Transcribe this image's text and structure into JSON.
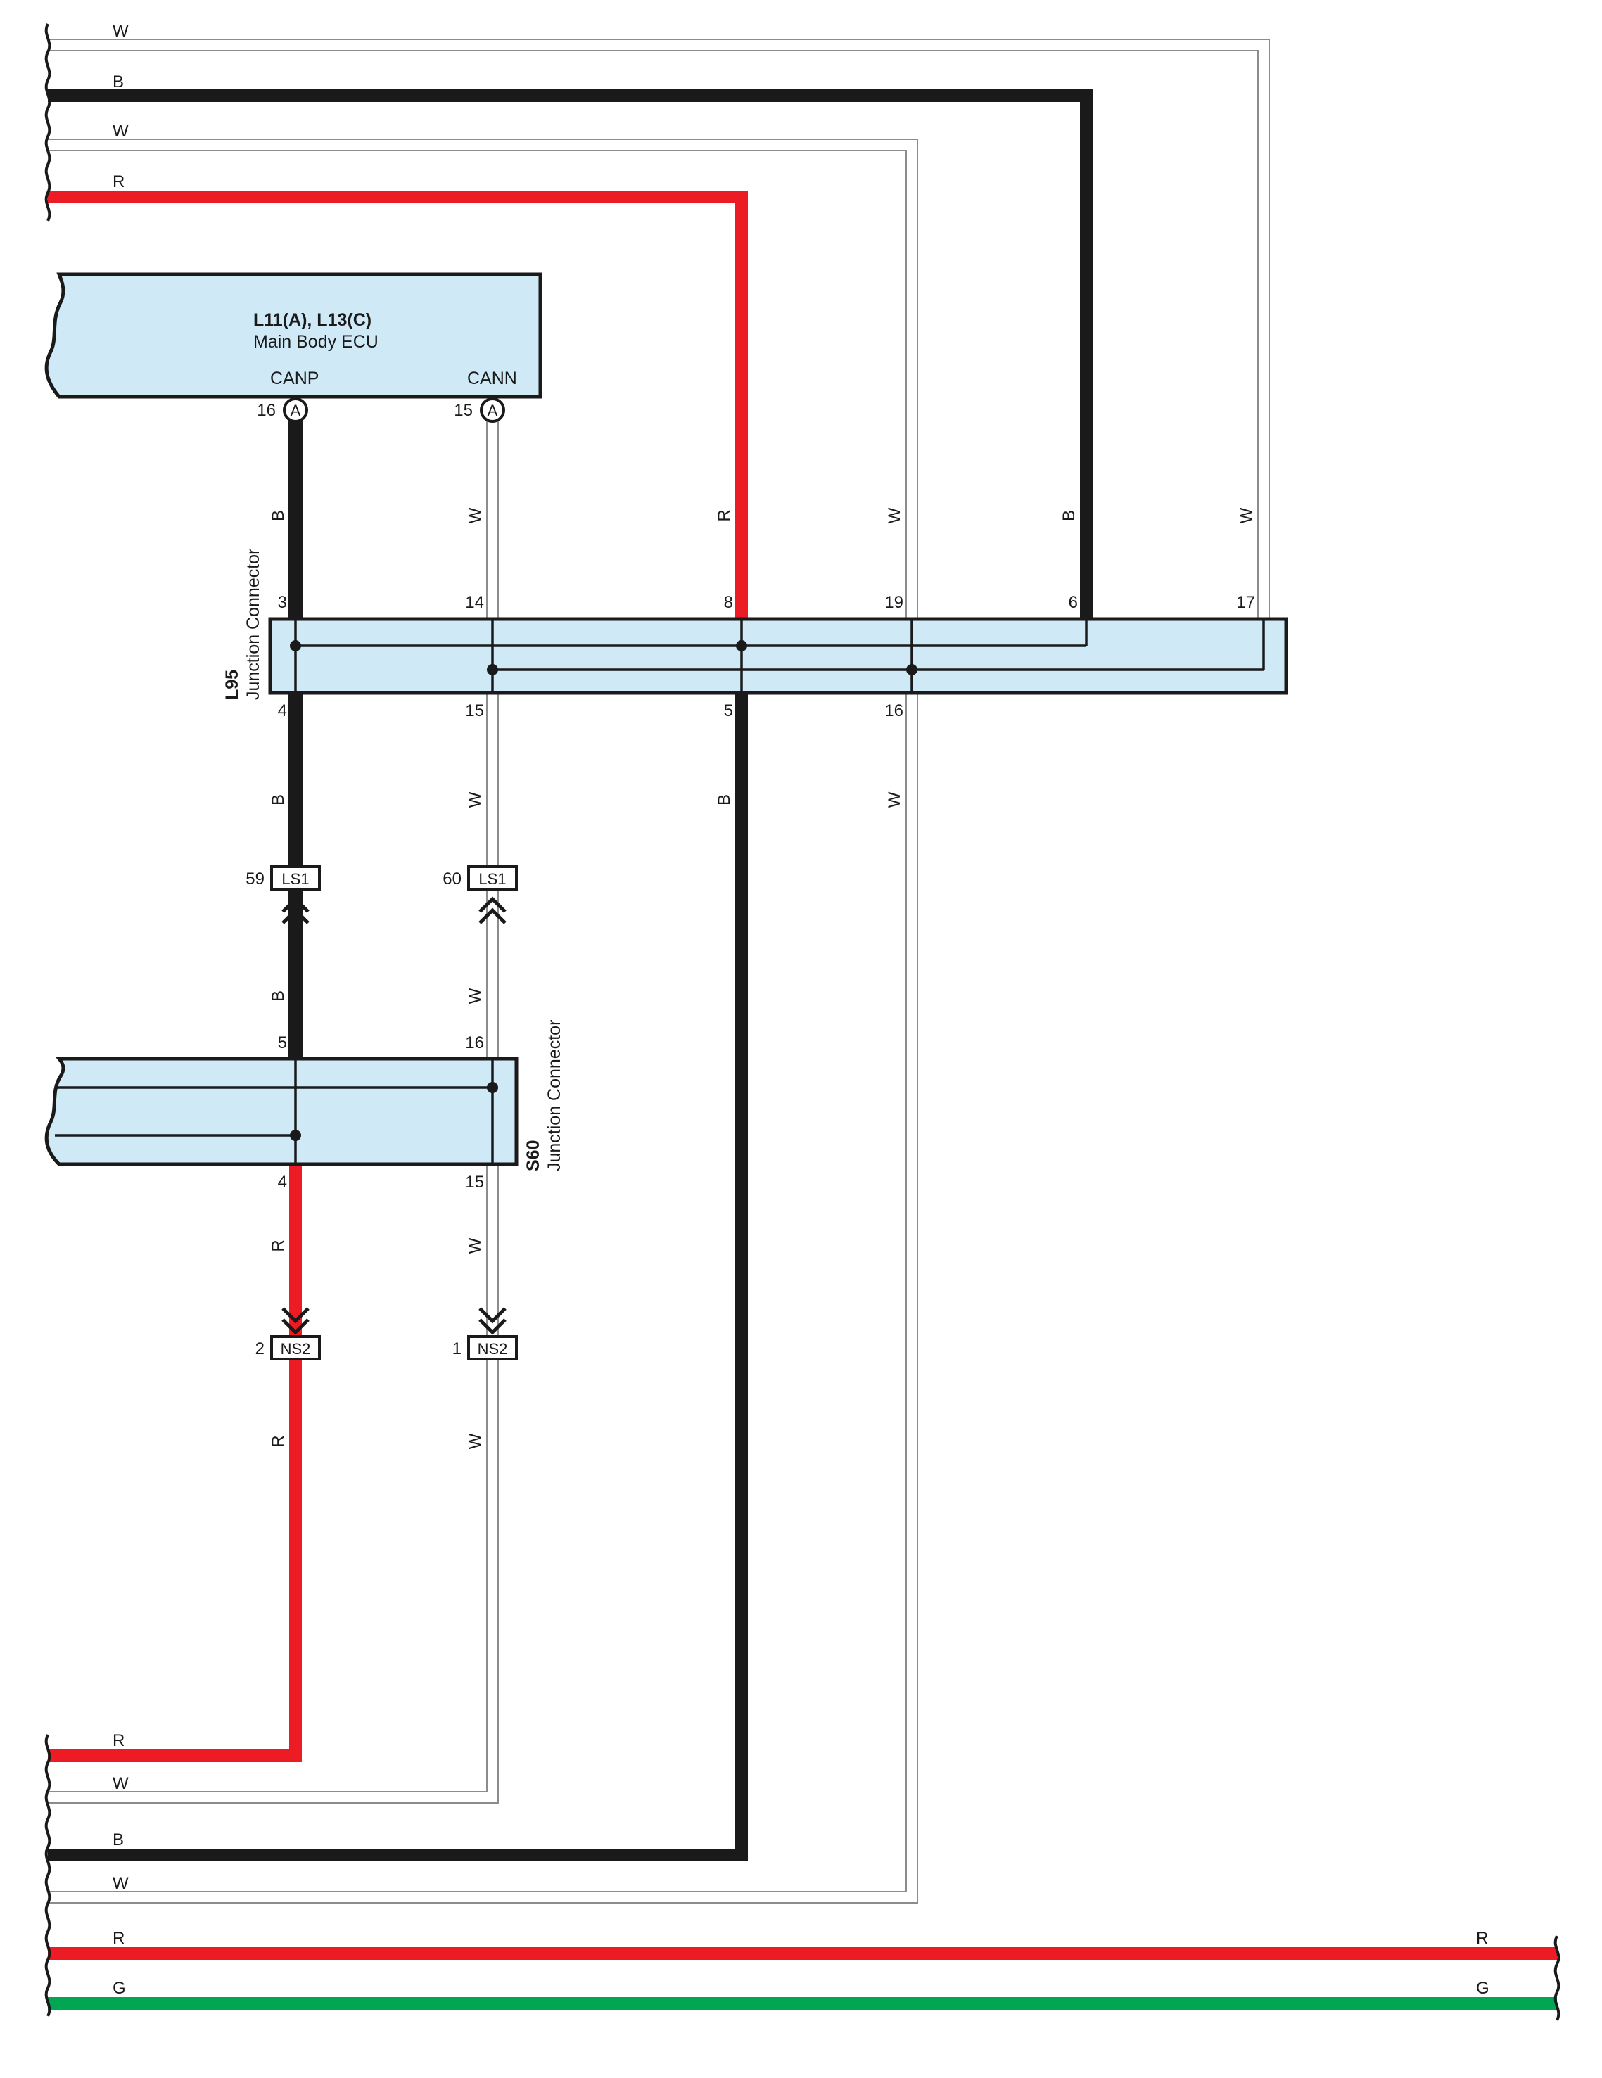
{
  "colors": {
    "B": "#1a1a1a",
    "R": "#ed1c24",
    "G": "#00a651",
    "W_outline": "#8c8c8c",
    "W_fill": "#ffffff",
    "connector_fill": "#cfe9f7",
    "connector_stroke": "#1a1a1a"
  },
  "ecu": {
    "title": "L11(A), L13(C)",
    "subtitle": "Main Body ECU",
    "canp_label": "CANP",
    "cann_label": "CANN",
    "canp_pin": "16",
    "cann_pin": "15",
    "canp_tag": "A",
    "cann_tag": "A"
  },
  "l95": {
    "code": "L95",
    "name": "Junction Connector",
    "top_pins": [
      "3",
      "14",
      "8",
      "19",
      "6",
      "17"
    ],
    "bottom_pins": [
      "4",
      "15",
      "5",
      "16"
    ]
  },
  "s60": {
    "code": "S60",
    "name": "Junction Connector",
    "top_pins": [
      "5",
      "16"
    ],
    "bottom_pins": [
      "4",
      "15"
    ]
  },
  "ls1": {
    "tag": "LS1",
    "pins": [
      "59",
      "60"
    ]
  },
  "ns2": {
    "tag": "NS2",
    "pins": [
      "2",
      "1"
    ]
  },
  "top_wires": [
    "W",
    "B",
    "W",
    "R"
  ],
  "bottom_wires": [
    "R",
    "W",
    "B",
    "W",
    "R",
    "G"
  ],
  "right_wires": [
    "R",
    "G"
  ],
  "vertical_labels": {
    "ecu_to_l95": [
      "B",
      "W",
      "R",
      "W",
      "B",
      "W"
    ],
    "l95_to_ls1": [
      "B",
      "W",
      "B",
      "W"
    ],
    "ls1_to_s60": [
      "B",
      "W"
    ],
    "s60_to_ns2": [
      "R",
      "W"
    ],
    "ns2_down": [
      "R",
      "W"
    ]
  }
}
